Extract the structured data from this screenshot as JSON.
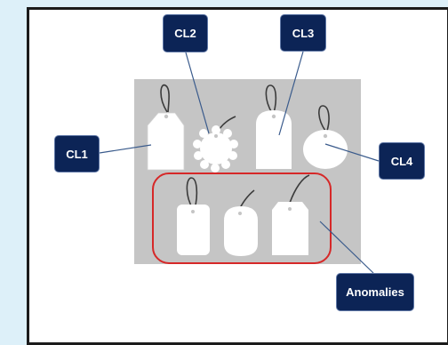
{
  "labels": {
    "cl1": "CL1",
    "cl2": "CL2",
    "cl3": "CL3",
    "cl4": "CL4",
    "anomalies": "Anomalies"
  },
  "colors": {
    "background": "#ddf0f9",
    "panel": "#c5c5c5",
    "tag": "#ffffff",
    "label_fill": "#0c2456",
    "anomaly_outline": "#d62828",
    "connector": "#3a5b8c"
  }
}
